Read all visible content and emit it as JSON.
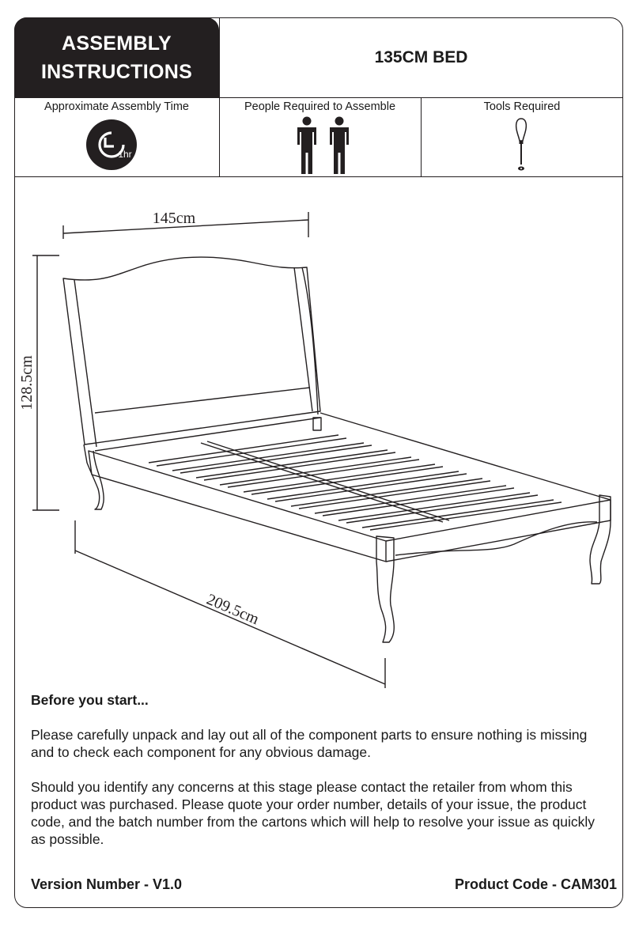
{
  "header": {
    "title_line1": "ASSEMBLY",
    "title_line2": "INSTRUCTIONS",
    "product_name": "135CM BED"
  },
  "info": {
    "time_label": "Approximate Assembly Time",
    "time_value": "1hr",
    "people_label": "People Required to Assemble",
    "people_count": 2,
    "tools_label": "Tools Required",
    "tool_icon": "screwdriver-icon"
  },
  "diagram": {
    "width_dim": "145cm",
    "height_dim": "128.5cm",
    "length_dim": "209.5cm"
  },
  "intro": {
    "heading": "Before you start...",
    "paragraph1": "Please carefully unpack and lay out all of the component parts to ensure nothing is missing and to check each component for any obvious damage.",
    "paragraph2": "Should you identify any concerns at this stage please contact the retailer from whom this product was purchased. Please quote your order number, details of your issue, the product code, and the batch number from the cartons which will help to resolve your issue as quickly as possible."
  },
  "footer": {
    "version": "Version Number - V1.0",
    "product_code": "Product Code - CAM301"
  }
}
